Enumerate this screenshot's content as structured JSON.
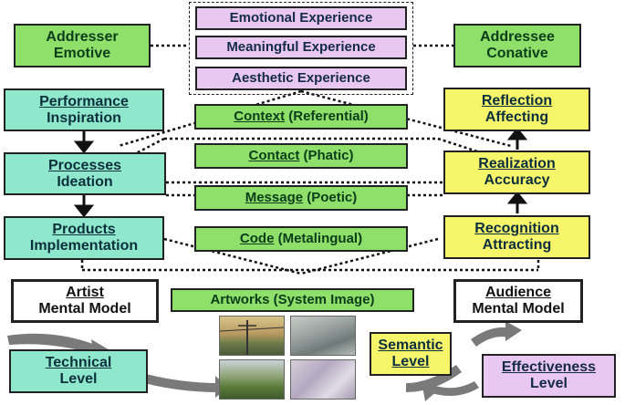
{
  "top_stack": [
    {
      "label": "Emotional Experience"
    },
    {
      "label": "Meaningful Experience"
    },
    {
      "label": "Aesthetic Experience"
    }
  ],
  "addresser": {
    "line1": "Addresser",
    "line2": "Emotive"
  },
  "addressee": {
    "line1": "Addressee",
    "line2": "Conative"
  },
  "left_column": [
    {
      "line1": "Performance",
      "line2": "Inspiration"
    },
    {
      "line1": "Processes",
      "line2": "Ideation"
    },
    {
      "line1": "Products",
      "line2": "Implementation"
    }
  ],
  "right_column": [
    {
      "line1": "Reflection",
      "line2": "Affecting"
    },
    {
      "line1": "Realization",
      "line2": "Accuracy"
    },
    {
      "line1": "Recognition",
      "line2": "Attracting"
    }
  ],
  "center_boxes": [
    {
      "key": "Context",
      "rest": " (Referential)"
    },
    {
      "key": "Contact",
      "rest": " (Phatic)"
    },
    {
      "key": "Message",
      "rest": " (Poetic)"
    },
    {
      "key": "Code",
      "rest": " (Metalingual)"
    }
  ],
  "artist": {
    "line1": "Artist",
    "line2": "Mental Model"
  },
  "audience": {
    "line1": "Audience",
    "line2": "Mental Model"
  },
  "artworks": {
    "label": "Artworks (System Image)"
  },
  "technical": {
    "line1": "Technical",
    "line2": "Level"
  },
  "semantic": {
    "line1": "Semantic",
    "line2": "Level"
  },
  "effectiveness": {
    "line1": "Effectiveness",
    "line2": "Level"
  },
  "colors": {
    "green": "#8fe06a",
    "teal": "#8fe8cc",
    "yellow": "#f7f56a",
    "pink": "#e8c8f0",
    "arrow_gray": "#7a7a7a"
  }
}
